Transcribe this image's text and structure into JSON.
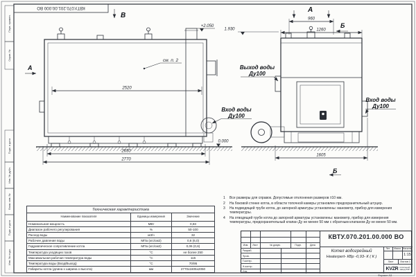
{
  "sheet": {
    "top_code": "КВТУ.070.201.00.000 ВО",
    "format_note": "Формат А3",
    "stamps": {
      "s1": "Перв. примен.",
      "s2": "Справ. №",
      "s3": "Подп. и дата",
      "s4": "Инв. № дубл.",
      "s5": "Взам. инв. №",
      "s6": "Подп. и дата",
      "s7": "Инв. № подл."
    }
  },
  "drawing": {
    "view_b": "В",
    "view_a_left": "А",
    "view_a_top": "А",
    "section_b_top": "Б",
    "section_b_bottom": "Б",
    "see_note": "см. п. 2",
    "levels": {
      "top": "+2.050",
      "flue": "1.930",
      "zero": "0.000"
    },
    "dims": {
      "d2520": "2520",
      "d2650": "2650",
      "d2770": "2770",
      "d960": "960",
      "d1260": "1260",
      "d1605": "1605"
    },
    "ports": {
      "outlet_line1": "Выход воды",
      "outlet_line2": "Ду100",
      "inlet_line1": "Вход воды",
      "inlet_line2": "Ду100"
    }
  },
  "notes": {
    "n1_num": "1",
    "n1": "Все размеры для справок. Допустимые отклонения размеров ±10 мм.",
    "n2_num": "2",
    "n2": "На боковой стенке котла, в области топочной камеры установлен предохранительный штуцер.",
    "n3_num": "3",
    "n3": "На подводящей трубе котла, до запорной арматуры установлены: манометр, прибор для измерения температуры.",
    "n4_num": "4",
    "n4": "На отводящей трубе котла до запорной арматуры установлены: манометр, прибор для измерения температуры, предохранительный клапан Ду не менее 50 мм с обратным клапаном Ду не менее 50 мм."
  },
  "tech_table": {
    "title": "Техническая характеристика",
    "h_name": "Наименование показателя",
    "h_units": "Единицы измерения",
    "h_value": "Значение",
    "rows": [
      [
        "Номинальная мощность",
        "МВт",
        "0,93"
      ],
      [
        "Диапазон рабочего регулирования",
        "%",
        "50-100"
      ],
      [
        "Расход воды",
        "м3/ч",
        "32"
      ],
      [
        "Рабочее давление воды",
        "МПа (кгс/см2)",
        "0,6 (6,0)"
      ],
      [
        "Гидравлическое сопротивление котла",
        "МПа (кгс/см2)",
        "0,06 (0,6)"
      ],
      [
        "Температура уходящих газов",
        "°С",
        "не более 250"
      ],
      [
        "Максимальная рабочая температура воды",
        "°С",
        "115"
      ],
      [
        "Температура воды (Вход/Выход)",
        "°С",
        "70/95"
      ],
      [
        "Габариты котла (длина х ширина х высота)",
        "мм",
        "2770х1605х2050"
      ]
    ]
  },
  "title_block": {
    "code": "КВТУ.070.201.00.000 ВО",
    "name_line1": "Котел водогрейный",
    "name_line2": "Heaterpert- КВр -0,93- К ( К )",
    "col_izm": "Изм.",
    "col_list": "Лист",
    "col_doc": "№ докум.",
    "col_podp": "Подп.",
    "col_data": "Дата",
    "role_1": "Разраб.",
    "role_2": "Пров.",
    "role_3": "Т.контр.",
    "role_4": "Н.контр.",
    "role_5": "Утв.",
    "lit": "Лит.",
    "mass": "Масса",
    "scale_label": "Масштаб",
    "scale": "1:15",
    "sheet_cell": "Лист",
    "sheets_cell": "Листов  1",
    "logo_main": "KVZR",
    "logo_sub1": "котельный",
    "logo_sub2": "завод РЭП"
  }
}
